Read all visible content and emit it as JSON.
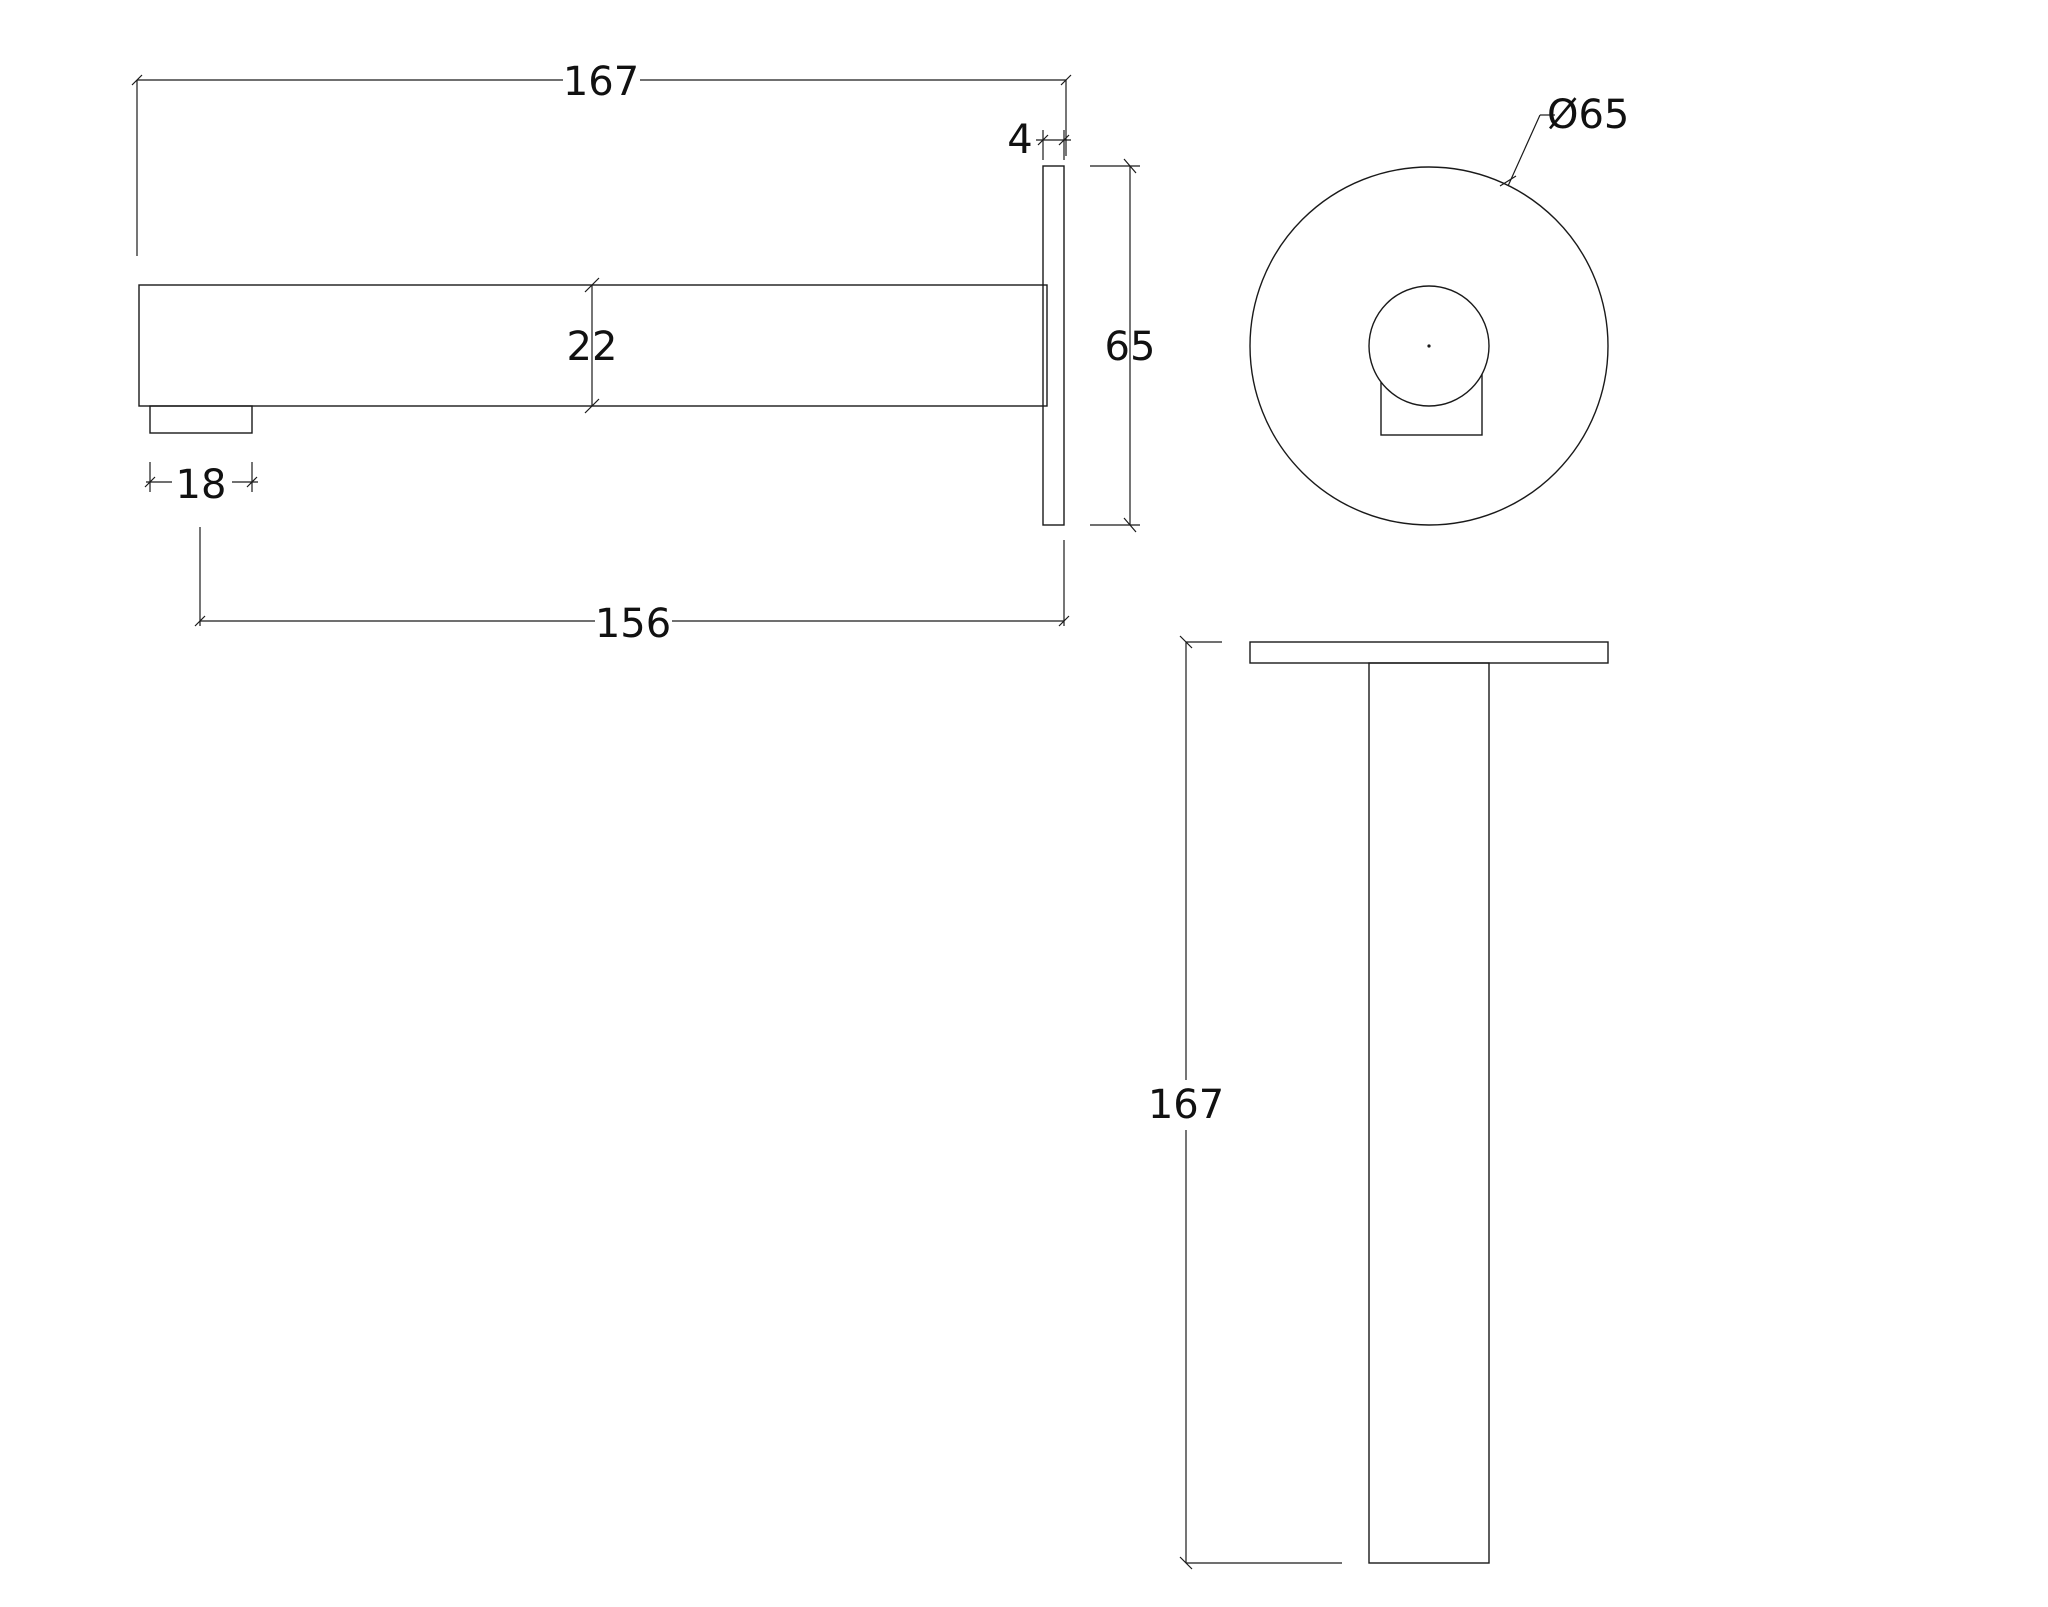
{
  "dimensions": {
    "side_overall_length": "167",
    "plate_thickness": "4",
    "spout_height": "22",
    "plate_height": "65",
    "outlet_width": "18",
    "spout_projection": "156",
    "plate_diameter": "Ø65",
    "top_overall_length": "167"
  }
}
